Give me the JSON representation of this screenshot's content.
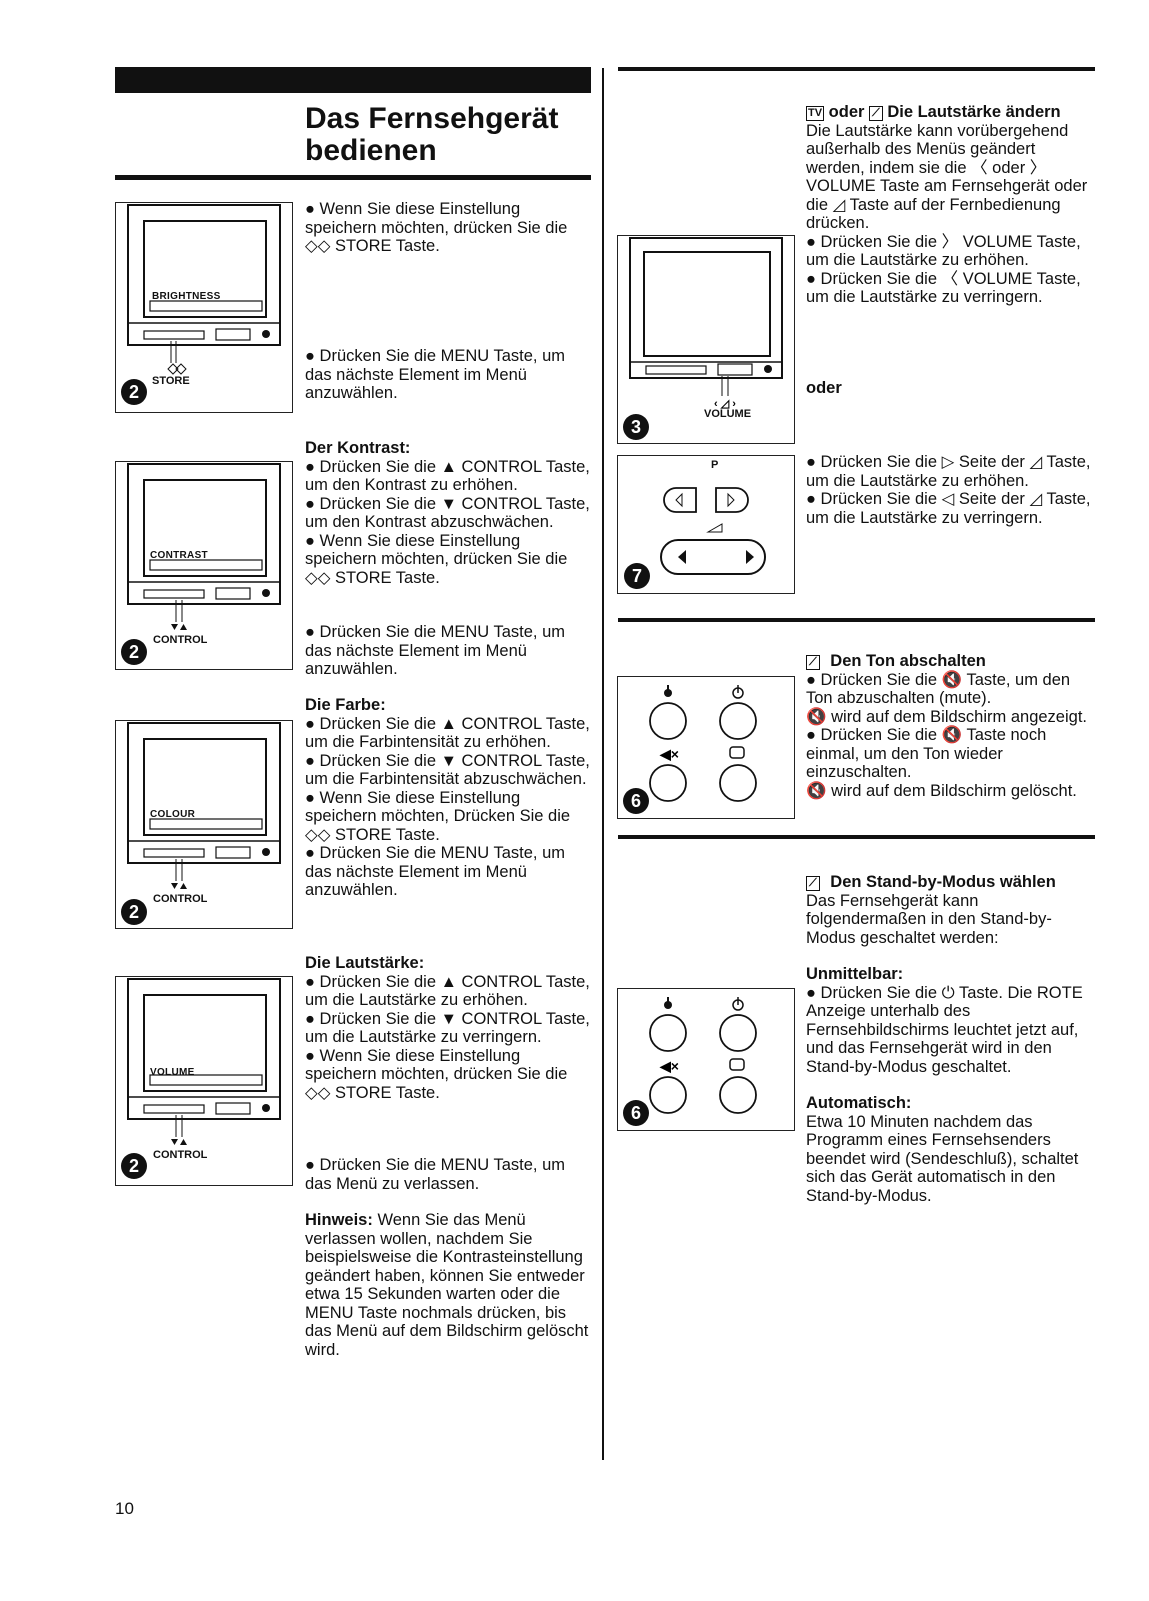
{
  "title_line1": "Das Fernsehgerät",
  "title_line2": "bedienen",
  "page_number": "10",
  "left": {
    "store_text": "● Wenn Sie diese Einstellung speichern möchten, drücken Sie die ◇◇ STORE Taste.",
    "menu_text_1": "● Drücken Sie die MENU Taste, um das nächste Element im Menü anzuwählen.",
    "kontrast": {
      "head": "Der Kontrast:",
      "lines": [
        "● Drücken Sie die ▲ CONTROL Taste, um den Kontrast zu erhöhen.",
        "● Drücken Sie die ▼ CONTROL Taste, um den Kontrast abzuschwächen.",
        "● Wenn Sie diese Einstellung speichern möchten, drücken Sie die ◇◇ STORE Taste."
      ]
    },
    "menu_text_2": "● Drücken Sie die MENU Taste, um das nächste Element im Menü anzuwählen.",
    "farbe": {
      "head": "Die Farbe:",
      "lines": [
        "● Drücken Sie die ▲ CONTROL Taste, um die Farbintensität zu erhöhen.",
        "● Drücken Sie die ▼ CONTROL Taste, um die Farbintensität abzuschwächen.",
        "● Wenn Sie diese Einstellung speichern möchten, Drücken Sie die ◇◇ STORE Taste.",
        "● Drücken Sie die MENU Taste, um das nächste Element im Menü anzuwählen."
      ]
    },
    "lautstaerke": {
      "head": "Die Lautstärke:",
      "lines": [
        "● Drücken Sie die ▲ CONTROL Taste, um die Lautstärke zu erhöhen.",
        "● Drücken Sie die ▼ CONTROL Taste, um die Lautstärke zu verringern.",
        "● Wenn Sie diese Einstellung speichern möchten, drücken Sie die ◇◇ STORE Taste."
      ]
    },
    "menu_exit": "● Drücken Sie die MENU Taste, um das Menü zu verlassen.",
    "hinweis_head": "Hinweis:",
    "hinweis_text": " Wenn Sie das Menü verlassen wollen, nachdem Sie beispielsweise die Kontrasteinstellung geändert haben, können Sie entweder etwa 15 Sekunden warten oder die MENU Taste nochmals drücken, bis das Menü auf dem Bildschirm gelöscht wird."
  },
  "figures": {
    "fig1": {
      "screen_label": "BRIGHTNESS",
      "button_label": "STORE",
      "num": "2"
    },
    "fig2": {
      "screen_label": "CONTRAST",
      "button_label": "CONTROL",
      "num": "2"
    },
    "fig3": {
      "screen_label": "COLOUR",
      "button_label": "CONTROL",
      "num": "2"
    },
    "fig4": {
      "screen_label": "VOLUME",
      "button_label": "CONTROL",
      "num": "2"
    },
    "fig5": {
      "button_label": "VOLUME",
      "num": "3"
    },
    "fig6": {
      "p_label": "P",
      "num": "7"
    },
    "fig7": {
      "num": "6"
    },
    "fig8": {
      "num": "6"
    }
  },
  "right": {
    "vol_head_oder": "oder",
    "vol_head": "Die Lautstärke ändern",
    "vol_lines": [
      "Die Lautstärke kann vorübergehend außerhalb des Menüs geändert werden, indem sie die 〈 oder 〉 VOLUME Taste am Fernsehgerät oder die ◿ Taste auf der Fernbedienung drücken.",
      "● Drücken Sie die 〉 VOLUME Taste, um die Lautstärke zu erhöhen.",
      "● Drücken Sie die 〈 VOLUME Taste, um die Lautstärke zu verringern."
    ],
    "oder": "oder",
    "remote_lines": [
      "● Drücken Sie die ▷ Seite der ◿ Taste, um die Lautstärke zu erhöhen.",
      "● Drücken Sie die ◁ Seite der ◿ Taste, um die Lautstärke zu verringern."
    ],
    "mute_head": "Den Ton abschalten",
    "mute_lines": [
      "● Drücken Sie die 🔇 Taste, um den Ton abzuschalten (mute).",
      "🔇 wird auf dem Bildschirm angezeigt.",
      "● Drücken Sie die 🔇 Taste noch einmal, um den Ton wieder einzuschalten.",
      "🔇 wird auf dem Bildschirm gelöscht."
    ],
    "standby_head": "Den Stand-by-Modus wählen",
    "standby_intro": "Das Fernsehgerät kann folgendermaßen in den Stand-by-Modus geschaltet werden:",
    "unmittelbar_head": "Unmittelbar:",
    "unmittelbar_text": "● Drücken Sie die ⏻ Taste. Die ROTE Anzeige unterhalb des Fernsehbildschirms leuchtet jetzt auf, und das Fernsehgerät wird in den Stand-by-Modus geschaltet.",
    "automatisch_head": "Automatisch:",
    "automatisch_text": "Etwa 10 Minuten nachdem das Programm eines Fernsehsenders beendet wird (Sendeschluß), schaltet sich das Gerät automatisch in den Stand-by-Modus."
  }
}
